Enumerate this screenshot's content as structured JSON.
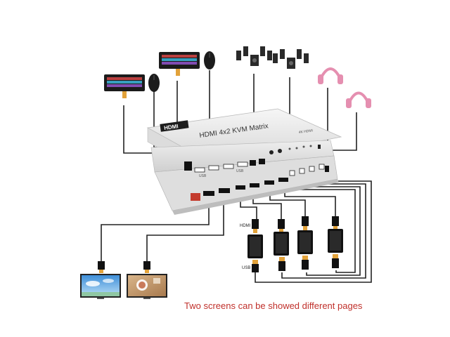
{
  "device": {
    "brand_logo": "HDMI",
    "title": "HDMI 4x2 KVM Matrix",
    "model": "4K HDMI"
  },
  "cable_labels": {
    "hdmi": "HDMI",
    "usb": "USB"
  },
  "caption": "Two screens can be showed different pages",
  "colors": {
    "caption": "#c0302b",
    "device_body": "#e9e9e9",
    "cable": "#222222",
    "headphone_pink": "#e58fb0"
  },
  "icons": [
    "keyboard-icon",
    "mouse-icon",
    "speaker-icon",
    "headphones-icon",
    "monitor-icon",
    "adapter-icon"
  ]
}
